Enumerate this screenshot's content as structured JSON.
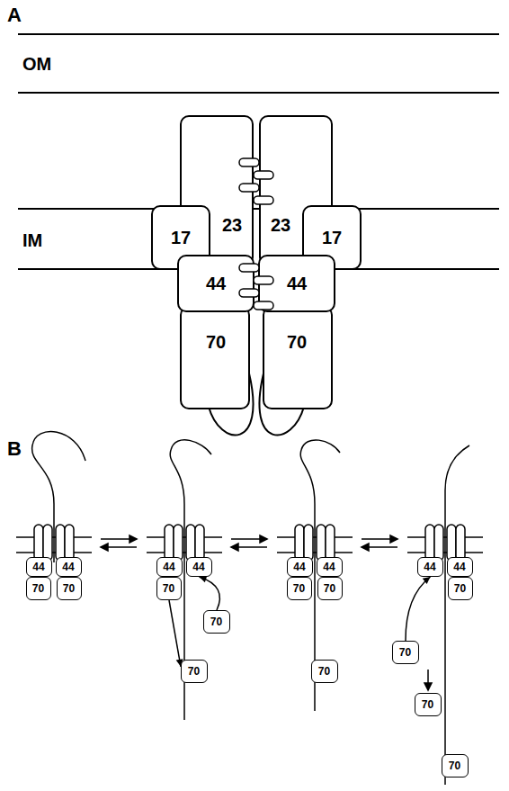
{
  "diagram": {
    "nodes": [
      {
        "text": [
          "17"
        ]
      },
      {
        "text": [
          "23"
        ]
      },
      {
        "text": [
          "23"
        ]
      },
      {
        "text": [
          "17"
        ]
      },
      {
        "text": [
          "44"
        ]
      },
      {
        "text": [
          "44"
        ]
      },
      {
        "text": [
          "70"
        ]
      },
      {
        "text": [
          "70"
        ]
      },
      {
        "text": [
          "44"
        ]
      },
      {
        "text": [
          "44"
        ]
      },
      {
        "text": [
          "70"
        ]
      },
      {
        "text": [
          "70"
        ]
      },
      {
        "text": [
          "44"
        ]
      },
      {
        "text": [
          "44"
        ]
      },
      {
        "text": [
          "70"
        ]
      },
      {
        "text": [
          "70"
        ]
      },
      {
        "text": [
          "70"
        ]
      },
      {
        "text": [
          "44"
        ]
      },
      {
        "text": [
          "44"
        ]
      },
      {
        "text": [
          "70"
        ]
      },
      {
        "text": [
          "70"
        ]
      },
      {
        "text": [
          "70"
        ]
      },
      {
        "text": [
          "44"
        ]
      },
      {
        "text": [
          "44"
        ]
      },
      {
        "text": [
          "70"
        ]
      },
      {
        "text": [
          "70"
        ]
      },
      {
        "text": [
          "70"
        ]
      },
      {
        "text": [
          "70"
        ]
      }
    ],
    "edges": [
      {
        "from": 15,
        "to": 13,
        "arrow": "to"
      },
      {
        "from": 14,
        "to": 16,
        "arrow": "to"
      },
      {
        "from": 24,
        "to": 22,
        "arrow": "to"
      }
    ],
    "labels": [
      "A",
      "OM",
      "IM",
      "B"
    ]
  }
}
